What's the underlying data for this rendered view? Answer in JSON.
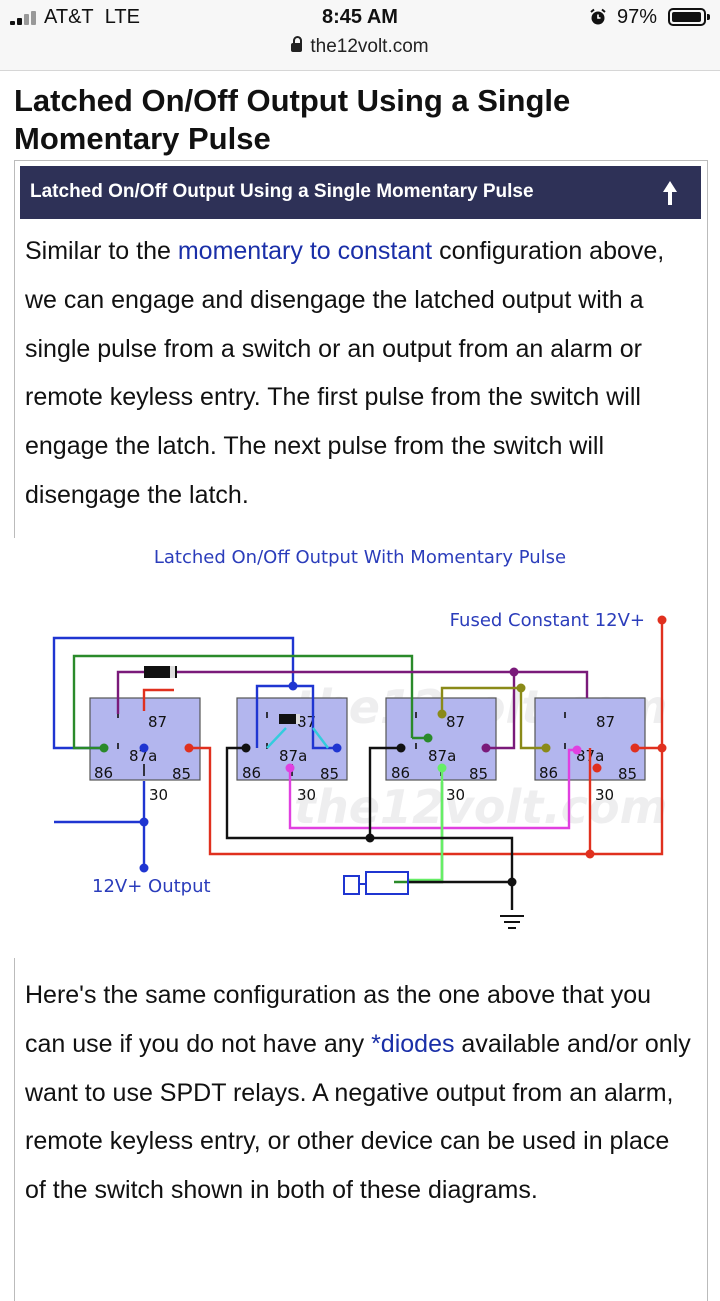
{
  "status_bar": {
    "carrier": "AT&T",
    "network": "LTE",
    "time": "8:45 AM",
    "battery_percent": "97%",
    "battery_level": 0.97,
    "url": "the12volt.com"
  },
  "page": {
    "title": "Latched On/Off Output Using a Single Momentary Pulse"
  },
  "section": {
    "title": "Latched On/Off Output Using a Single Momentary Pulse",
    "para1_a": "Similar to the ",
    "para1_link": "momentary to constant",
    "para1_b": " configuration above, we can engage and disengage the latched output with a single pulse from a switch or an output from an alarm or remote keyless entry. The first pulse from the switch will engage the latch. The next pulse from the switch will disengage the latch.",
    "para2_a": "Here's the same configuration as the one above that you can use if you do not have any ",
    "para2_link": "*diodes",
    "para2_b": " available and/or only want to use SPDT relays. A negative output from an alarm, remote keyless entry, or other device can be used in place of the switch shown in both of these diagrams."
  },
  "diagram": {
    "title": "Latched On/Off Output With Momentary Pulse",
    "fused_label": "Fused Constant 12V+",
    "output_label": "12V+ Output",
    "watermark": "the12volt.com",
    "pins": {
      "p87": "87",
      "p87a": "87a",
      "p86": "86",
      "p85": "85",
      "p30": "30"
    },
    "colors": {
      "blue": "#1f35d1",
      "green": "#2a8a2a",
      "purple": "#7a1a7a",
      "red": "#e0301e",
      "olive": "#8a8a18",
      "cyan": "#33ccdd",
      "magenta": "#e040e0",
      "lime": "#66ee66",
      "relay_fill": "#b3b6ee",
      "text": "#2b3dbb"
    }
  },
  "icons": [
    "signal-icon",
    "alarm-icon",
    "battery-icon",
    "lock-icon",
    "back-to-top-icon",
    "switch-icon",
    "ground-icon",
    "diode-icon"
  ]
}
